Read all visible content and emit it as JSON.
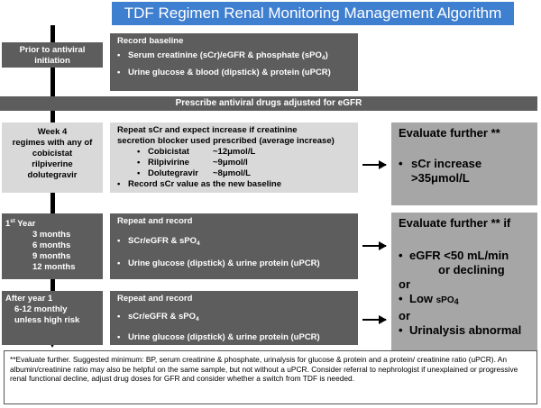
{
  "title": "TDF Regimen Renal Monitoring Management Algorithm",
  "stages": {
    "prior": {
      "label_1": "Prior to antiviral",
      "label_2": "initiation"
    },
    "week4": {
      "label_1": "Week 4",
      "label_2": "regimes with any of",
      "label_3": "cobicistat",
      "label_4": "rilpiverine",
      "label_5": "dolutegravir"
    },
    "year1": {
      "label_pre": "1",
      "label_sup": "st",
      "label_post": " Year",
      "m1": "3 months",
      "m2": "6 months",
      "m3": "9 months",
      "m4": "12 months"
    },
    "after": {
      "label_1": "After year 1",
      "label_2": "6-12 monthly",
      "label_3": "unless high risk"
    }
  },
  "baseline": {
    "heading": "Record baseline",
    "b1_pre": "Serum creatinine (sCr)/eGFR &  phosphate (sPO",
    "b1_sub": "4",
    "b1_post": ")",
    "b2": "Urine glucose & blood (dipstick) &  protein (uPCR)"
  },
  "prescribe_banner": "Prescribe antiviral drugs adjusted for eGFR",
  "week4_box": {
    "line1": "Repeat sCr  and expect increase if creatinine",
    "line2": "secretion blocker used prescribed (average increase)",
    "drugs": [
      {
        "name": "Cobicistat",
        "value": "~12μmol/L"
      },
      {
        "name": "Rilpivirine",
        "value": "~9μmol/l"
      },
      {
        "name": "Dolutegravir",
        "value": "~8μmol/L"
      }
    ],
    "record": "Record sCr value as the new baseline"
  },
  "year1_box": {
    "heading": "Repeat and record",
    "i1_pre": "SCr/eGFR & sPO",
    "i1_sub": "4",
    "i2": "Urine glucose (dipstick) & urine protein (uPCR)"
  },
  "after_box": {
    "heading": "Repeat and record",
    "i1_pre": "sCr/eGFR & sPO",
    "i1_sub": "4",
    "i2": "Urine glucose (dipstick) & urine protein (uPCR)"
  },
  "eval1": {
    "heading": "Evaluate further **",
    "item_1": "sCr increase",
    "item_2": ">35μmol/L"
  },
  "eval2": {
    "heading": "Evaluate further ** if",
    "c1_a": "eGFR <50 mL/min",
    "c1_b": "or  declining",
    "or1": "or",
    "c2_pre": "Low ",
    "c2_mid": "sPO",
    "c2_sub": "4",
    "or2": "or",
    "c3": "Urinalysis abnormal"
  },
  "footer": "**Evaluate further. Suggested minimum: BP, serum creatinine & phosphate, urinalysis for glucose & protein and a protein/ creatinine ratio (uPCR). An albumin/creatinine ratio may also be helpful on the same sample, but not without a uPCR. Consider referral to nephrologist if unexplained or progressive renal functional decline,  adjust drug doses for GFR and consider whether a switch from TDF is needed.",
  "colors": {
    "title_bg": "#3f7fd0",
    "dark_box": "#5d5d5d",
    "light_box": "#d9d9d9",
    "eval_box": "#a6a6a6"
  }
}
